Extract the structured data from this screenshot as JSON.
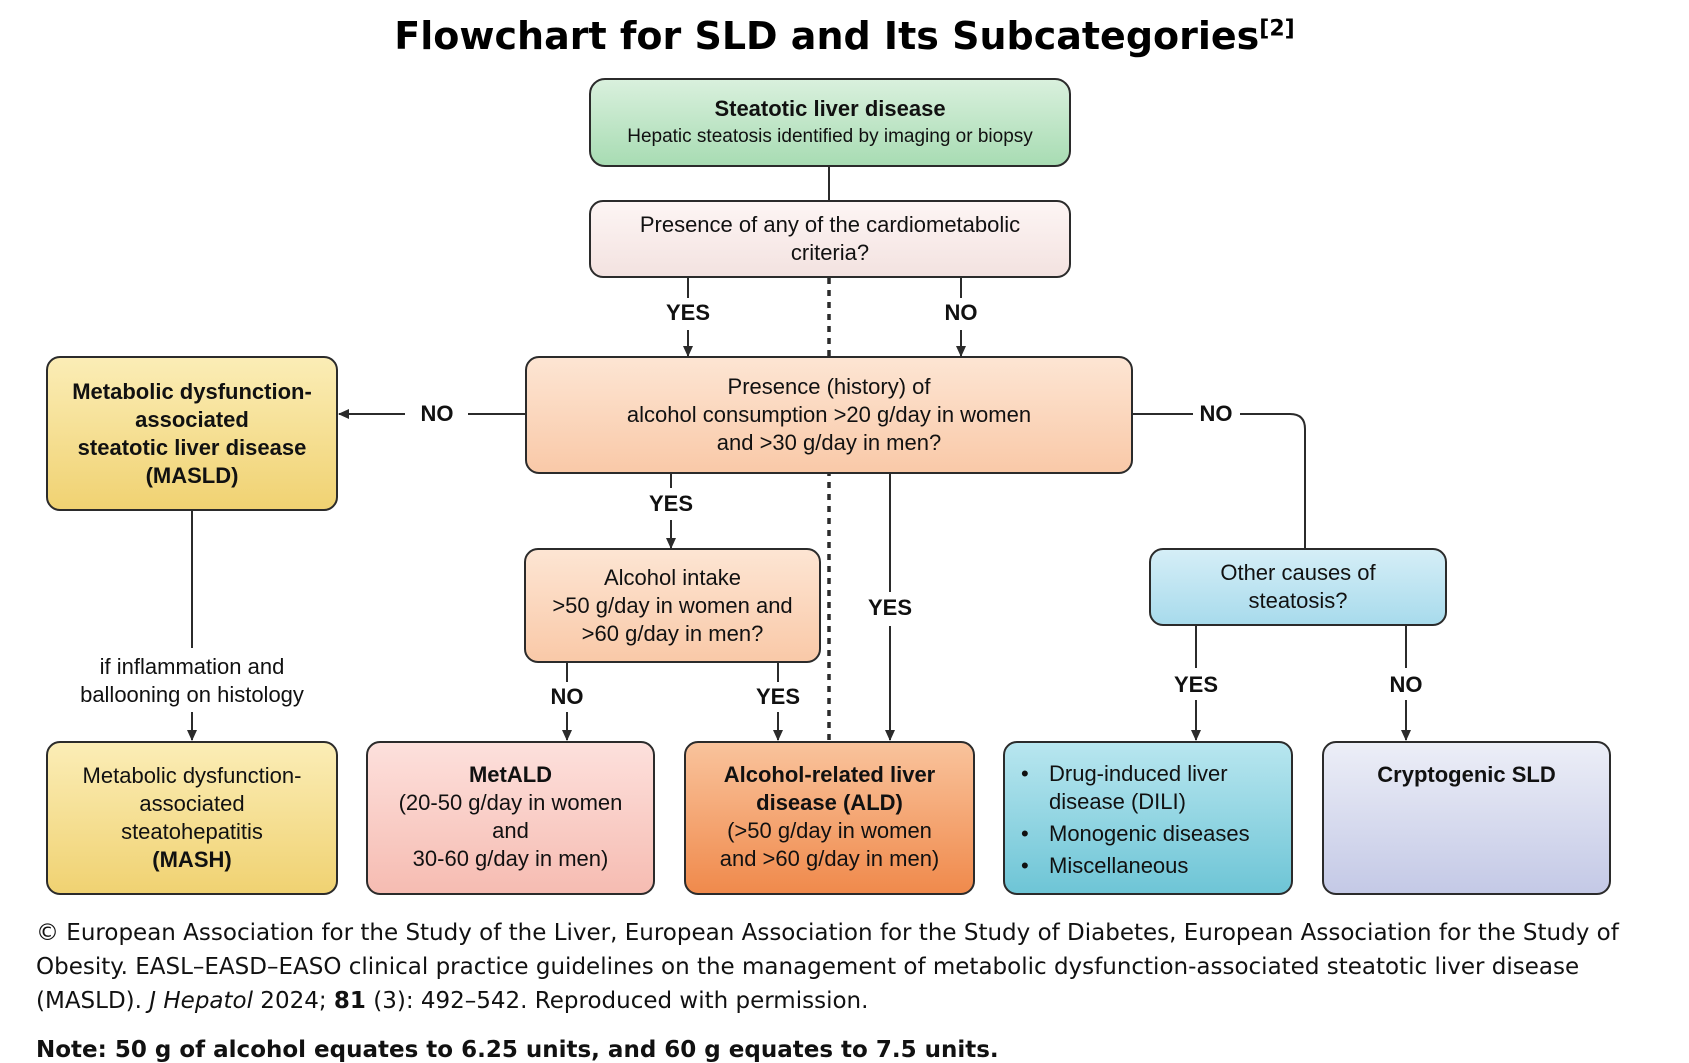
{
  "title": "Flowchart for SLD and Its Subcategories",
  "title_ref": "[2]",
  "nodes": {
    "sld": {
      "title": "Steatotic liver disease",
      "subtitle": "Hepatic steatosis identified by imaging or biopsy"
    },
    "cardio": {
      "line1": "Presence of any of the cardiometabolic",
      "line2": "criteria?"
    },
    "alcohol": {
      "line1": "Presence (history) of",
      "line2": "alcohol consumption >20 g/day in women",
      "line3": "and >30 g/day in men?"
    },
    "masld": {
      "line1": "Metabolic dysfunction-",
      "line2": "associated",
      "line3": "steatotic liver disease",
      "line4": "(MASLD)"
    },
    "intake": {
      "line1": "Alcohol intake",
      "line2": ">50 g/day in women and",
      "line3": ">60 g/day in men?"
    },
    "other": {
      "line1": "Other causes of",
      "line2": "steatosis?"
    },
    "mash": {
      "line1": "Metabolic dysfunction-",
      "line2": "associated",
      "line3": "steatohepatitis",
      "line4": "(MASH)"
    },
    "metald": {
      "title": "MetALD",
      "line1": "(20-50 g/day in women",
      "line2": "and",
      "line3": "30-60 g/day in men)"
    },
    "ald": {
      "title1": "Alcohol-related liver",
      "title2": "disease (ALD)",
      "line1": "(>50 g/day in women",
      "line2": "and >60 g/day in men)"
    },
    "dili": {
      "items": [
        "Drug-induced liver disease (DILI)",
        "Monogenic diseases",
        "Miscellaneous"
      ]
    },
    "crypto": {
      "title": "Cryptogenic SLD"
    }
  },
  "edge_labels": {
    "cardio_yes": "YES",
    "cardio_no": "NO",
    "alcohol_no_left": "NO",
    "alcohol_no_right": "NO",
    "alcohol_yes": "YES",
    "ald_yes": "YES",
    "intake_no": "NO",
    "intake_yes": "YES",
    "other_yes": "YES",
    "other_no": "NO",
    "mash_condition_1": "if inflammation and",
    "mash_condition_2": "ballooning on histology"
  },
  "footer": {
    "citation_1": "© European Association for the Study of the Liver, European Association for the Study of Diabetes, European Association for the Study of Obesity. EASL–EASD–EASO clinical practice guidelines on the management of metabolic dysfunction-associated steatotic liver disease (MASLD). ",
    "journal": "J Hepatol",
    "citation_2": " 2024; ",
    "volume": "81",
    "citation_3": " (3): 492–542. Reproduced with permission.",
    "note": "Note: 50 g of alcohol equates to 6.25 units, and 60 g equates to 7.5 units."
  },
  "colors": {
    "green": "#a8dcb3",
    "peach": "#f9c9a8",
    "yellow": "#f0d272",
    "salmon": "#f6bcb2",
    "orange": "#f08a4c",
    "blue": "#a8dbec",
    "teal": "#6ec5d6",
    "slate": "#c4c9e6",
    "line": "#2b2b2b"
  }
}
